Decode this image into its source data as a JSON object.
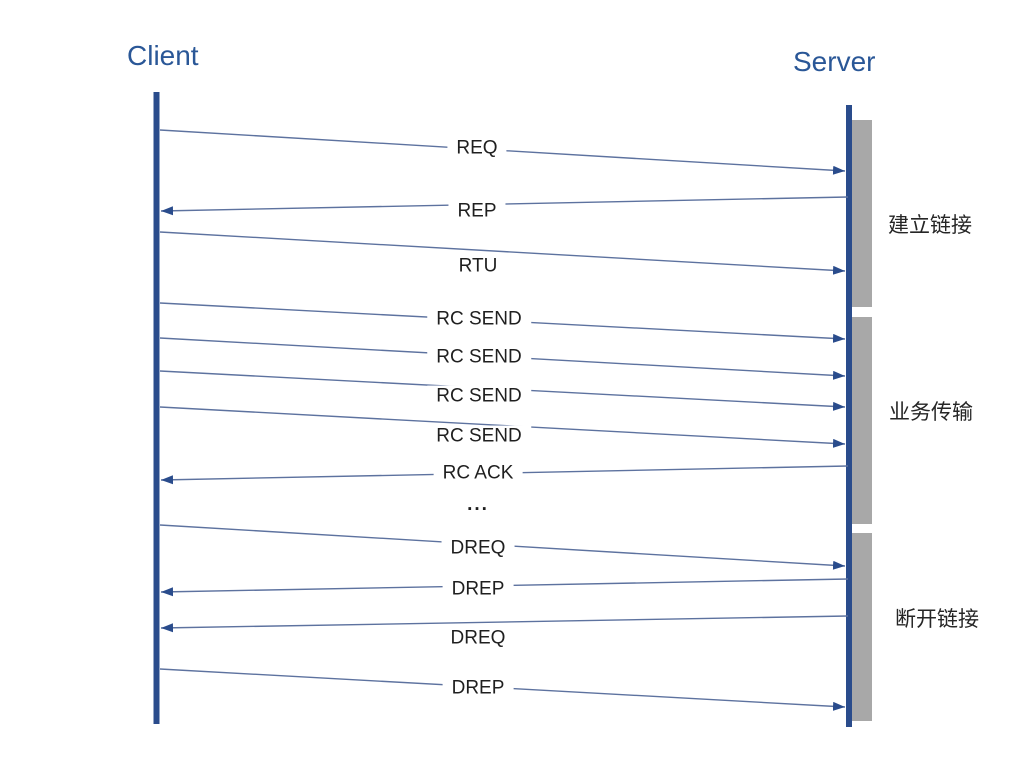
{
  "diagram": {
    "client_title": "Client",
    "server_title": "Server",
    "ellipsis": "...",
    "messages": [
      {
        "label": "REQ",
        "from": "client",
        "to": "server"
      },
      {
        "label": "REP",
        "from": "server",
        "to": "client"
      },
      {
        "label": "RTU",
        "from": "client",
        "to": "server"
      },
      {
        "label": "RC SEND",
        "from": "client",
        "to": "server"
      },
      {
        "label": "RC SEND",
        "from": "client",
        "to": "server"
      },
      {
        "label": "RC SEND",
        "from": "client",
        "to": "server"
      },
      {
        "label": "RC SEND",
        "from": "client",
        "to": "server"
      },
      {
        "label": "RC ACK",
        "from": "server",
        "to": "client"
      },
      {
        "label": "DREQ",
        "from": "client",
        "to": "server"
      },
      {
        "label": "DREP",
        "from": "server",
        "to": "client"
      },
      {
        "label": "DREQ",
        "from": "server",
        "to": "client"
      },
      {
        "label": "DREP",
        "from": "client",
        "to": "server"
      }
    ],
    "phases": [
      {
        "label": "建立链接"
      },
      {
        "label": "业务传输"
      },
      {
        "label": "断开链接"
      }
    ],
    "colors": {
      "lifeline_blue": "#2a4c8c",
      "title_blue": "#2a5797",
      "arrow_line": "#5d729f",
      "activation_gray": "#a8a8a8",
      "label_text": "#1f1f1f"
    }
  }
}
